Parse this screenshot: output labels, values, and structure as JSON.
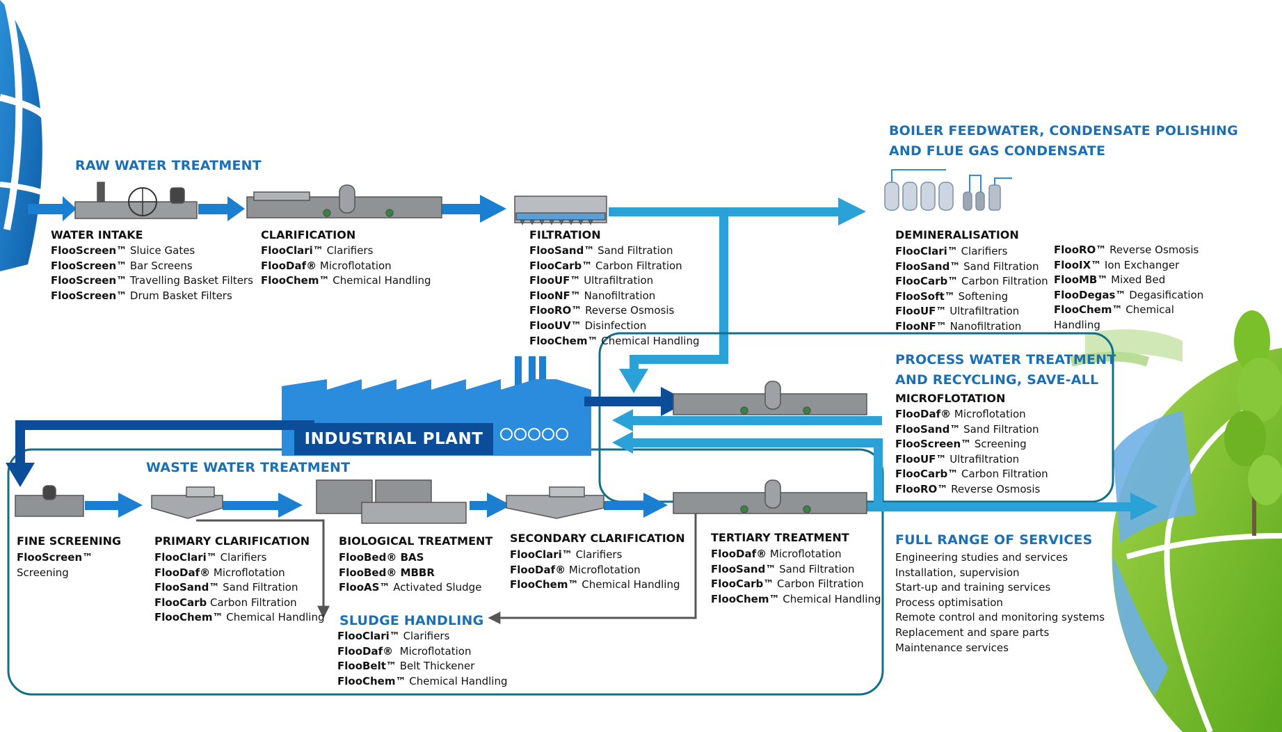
{
  "sections": {
    "raw_water": "RAW WATER TREATMENT",
    "boiler": [
      "BOILER FEEDWATER, CONDENSATE POLISHING",
      "AND FLUE GAS CONDENSATE"
    ],
    "process_water": [
      "PROCESS WATER TREATMENT",
      "AND RECYCLING, SAVE-ALL"
    ],
    "waste_water": "WASTE WATER TREATMENT",
    "sludge": "SLUDGE HANDLING",
    "services": "FULL RANGE OF SERVICES",
    "plant": "INDUSTRIAL PLANT"
  },
  "stages": {
    "water_intake": {
      "title": "WATER INTAKE",
      "items": [
        {
          "brand": "FlooScreen™",
          "desc": " Sluice Gates"
        },
        {
          "brand": "FlooScreen™",
          "desc": " Bar Screens"
        },
        {
          "brand": "FlooScreen™",
          "desc": " Travelling Basket Filters"
        },
        {
          "brand": "FlooScreen™",
          "desc": " Drum Basket Filters"
        }
      ]
    },
    "clarification": {
      "title": "CLARIFICATION",
      "items": [
        {
          "brand": "FlooClari™",
          "desc": " Clarifiers"
        },
        {
          "brand": "FlooDaf®",
          "desc": " Microflotation"
        },
        {
          "brand": "FlooChem™",
          "desc": " Chemical Handling"
        }
      ]
    },
    "filtration": {
      "title": "FILTRATION",
      "items": [
        {
          "brand": "FlooSand™",
          "desc": " Sand Filtration"
        },
        {
          "brand": "FlooCarb™",
          "desc": " Carbon Filtration"
        },
        {
          "brand": "FlooUF™",
          "desc": " Ultrafiltration"
        },
        {
          "brand": "FlooNF™",
          "desc": " Nanofiltration"
        },
        {
          "brand": "FlooRO™",
          "desc": " Reverse Osmosis"
        },
        {
          "brand": "FlooUV™",
          "desc": " Disinfection"
        },
        {
          "brand": "FlooChem™",
          "desc": " Chemical Handling"
        }
      ]
    },
    "demineralisation": {
      "title": "DEMINERALISATION",
      "items_left": [
        {
          "brand": "FlooClari™",
          "desc": " Clarifiers"
        },
        {
          "brand": "FlooSand™",
          "desc": " Sand Filtration"
        },
        {
          "brand": "FlooCarb™",
          "desc": " Carbon Filtration"
        },
        {
          "brand": "FlooSoft™",
          "desc": " Softening"
        },
        {
          "brand": "FlooUF™",
          "desc": " Ultrafiltration"
        },
        {
          "brand": "FlooNF™",
          "desc": " Nanofiltration"
        }
      ],
      "items_right": [
        {
          "brand": "FlooRO™",
          "desc": " Reverse Osmosis"
        },
        {
          "brand": "FlooIX™",
          "desc": " Ion Exchanger"
        },
        {
          "brand": "FlooMB™",
          "desc": " Mixed Bed"
        },
        {
          "brand": "FlooDegas™",
          "desc": " Degasification"
        },
        {
          "brand": "FlooChem™",
          "desc": " Chemical"
        },
        {
          "brand": "",
          "desc": "Handling"
        }
      ]
    },
    "microflotation": {
      "title": "MICROFLOTATION",
      "items": [
        {
          "brand": "FlooDaf®",
          "desc": " Microflotation"
        },
        {
          "brand": "FlooSand™",
          "desc": " Sand Filtration"
        },
        {
          "brand": "FlooScreen™",
          "desc": " Screening"
        },
        {
          "brand": "FlooUF™",
          "desc": " Ultrafiltration"
        },
        {
          "brand": "FlooCarb™",
          "desc": " Carbon Filtration"
        },
        {
          "brand": "FlooRO™",
          "desc": " Reverse Osmosis"
        }
      ]
    },
    "fine_screening": {
      "title": "FINE SCREENING",
      "items": [
        {
          "brand": "FlooScreen™",
          "desc": ""
        },
        {
          "brand": "",
          "desc": "Screening"
        }
      ]
    },
    "primary_clarification": {
      "title": "PRIMARY CLARIFICATION",
      "items": [
        {
          "brand": "FlooClari™",
          "desc": " Clarifiers"
        },
        {
          "brand": "FlooDaf®",
          "desc": " Microflotation"
        },
        {
          "brand": "FlooSand™",
          "desc": " Sand Filtration"
        },
        {
          "brand": "FlooCarb",
          "desc": " Carbon Filtration"
        },
        {
          "brand": "FlooChem™",
          "desc": " Chemical Handling"
        }
      ]
    },
    "biological_treatment": {
      "title": "BIOLOGICAL TREATMENT",
      "items": [
        {
          "brand": "FlooBed® BAS",
          "desc": ""
        },
        {
          "brand": "FlooBed® MBBR",
          "desc": ""
        },
        {
          "brand": "FlooAS™",
          "desc": " Activated Sludge"
        }
      ]
    },
    "secondary_clarification": {
      "title": "SECONDARY CLARIFICATION",
      "items": [
        {
          "brand": "FlooClari™",
          "desc": " Clarifiers"
        },
        {
          "brand": "FlooDaf®",
          "desc": " Microflotation"
        },
        {
          "brand": "FlooChem™",
          "desc": " Chemical Handling"
        }
      ]
    },
    "tertiary_treatment": {
      "title": "TERTIARY TREATMENT",
      "items": [
        {
          "brand": "FlooDaf®",
          "desc": " Microflotation"
        },
        {
          "brand": "FlooSand™",
          "desc": " Sand Filtration"
        },
        {
          "brand": "FlooCarb™",
          "desc": " Carbon Filtration"
        },
        {
          "brand": "FlooChem™",
          "desc": " Chemical Handling"
        }
      ]
    },
    "sludge_handling": {
      "items": [
        {
          "brand": "FlooClari™",
          "desc": " Clarifiers"
        },
        {
          "brand": "FlooDaf®",
          "desc": "  Microflotation"
        },
        {
          "brand": "FlooBelt™",
          "desc": " Belt Thickener"
        },
        {
          "brand": "FlooChem™",
          "desc": " Chemical Handling"
        }
      ]
    }
  },
  "services": [
    "Engineering studies and services",
    "Installation, supervision",
    "Start-up and training services",
    "Process optimisation",
    "Remote control and monitoring systems",
    "Replacement and spare parts",
    "Maintenance services"
  ],
  "colors": {
    "heading_blue": "#1a6fb5",
    "arrow_blue": "#1a7fd0",
    "arrow_light": "#2aa2d8",
    "plant_dark": "#0b4d98",
    "frame_teal": "#0f6e8a",
    "globe_blue": "#1878c4",
    "globe_green": "#7cbf2a"
  }
}
